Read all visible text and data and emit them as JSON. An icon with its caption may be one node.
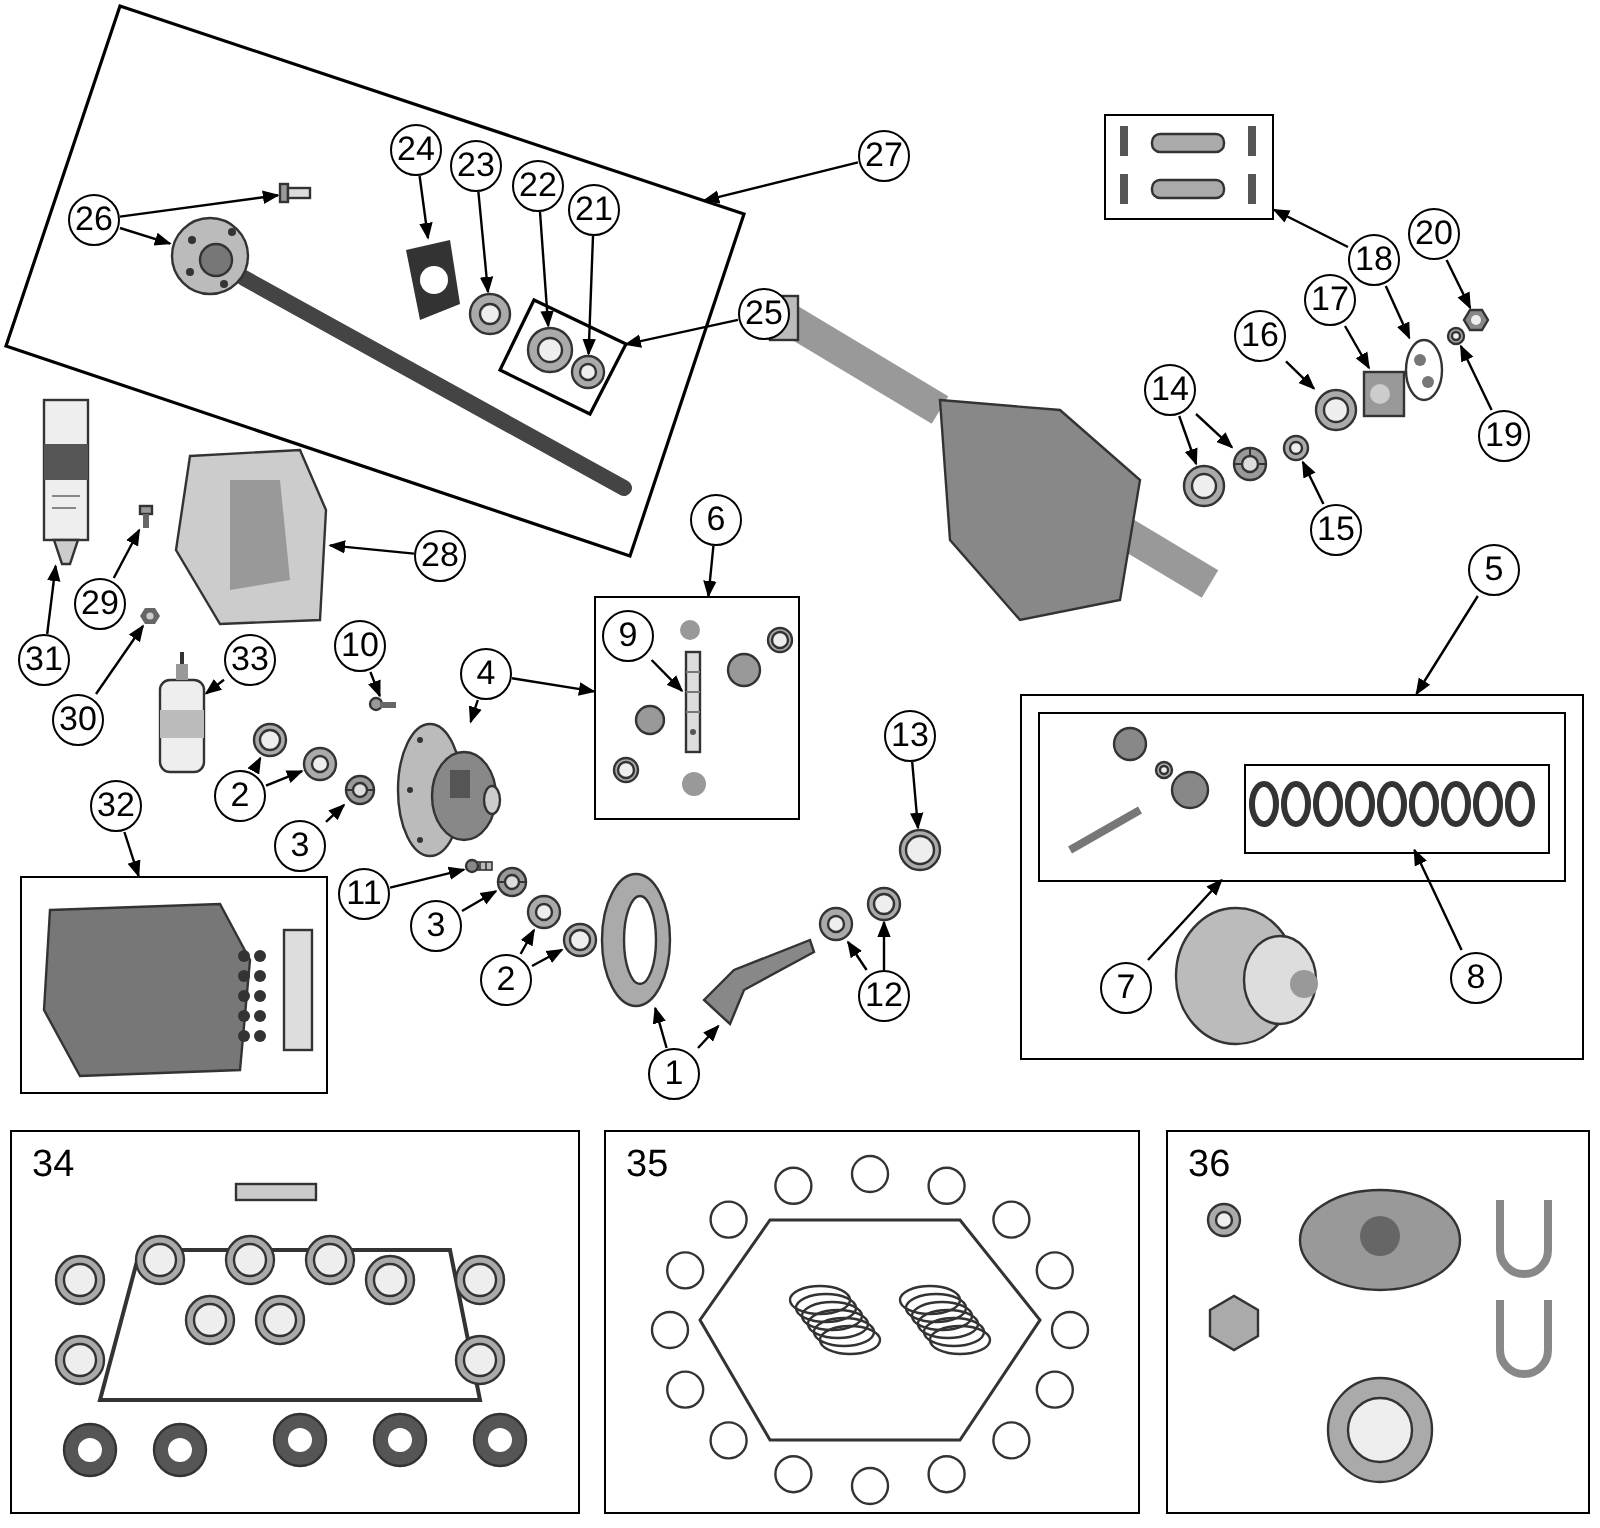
{
  "diagram": {
    "nodes": [
      {
        "text": [],
        "shape": "box"
      },
      {
        "text": [
          "26"
        ],
        "in": 0
      },
      {
        "text": [
          "24"
        ],
        "in": 0
      },
      {
        "text": [
          "23"
        ],
        "in": 0
      },
      {
        "text": [
          "22"
        ],
        "in": 0
      },
      {
        "text": [
          "21"
        ],
        "in": 0
      },
      {
        "text": [],
        "shape": "box",
        "in": 0
      },
      {
        "text": [
          "25"
        ]
      },
      {
        "text": [
          "27"
        ]
      },
      {
        "text": [],
        "shape": "box"
      },
      {
        "text": [
          "18"
        ]
      },
      {
        "text": [
          "20"
        ]
      },
      {
        "text": [
          "17"
        ]
      },
      {
        "text": [
          "16"
        ]
      },
      {
        "text": [
          "19"
        ]
      },
      {
        "text": [
          "14"
        ]
      },
      {
        "text": [
          "15"
        ]
      },
      {
        "text": [
          "28"
        ]
      },
      {
        "text": [
          "29"
        ]
      },
      {
        "text": [
          "31"
        ]
      },
      {
        "text": [
          "30"
        ]
      },
      {
        "text": [
          "33"
        ]
      },
      {
        "text": [
          "10"
        ]
      },
      {
        "text": [
          "6"
        ]
      },
      {
        "text": [],
        "shape": "box"
      },
      {
        "text": [
          "9"
        ],
        "in": 24
      },
      {
        "text": [
          "4"
        ]
      },
      {
        "text": [
          "2"
        ]
      },
      {
        "text": [
          "3"
        ]
      },
      {
        "text": [
          "11"
        ]
      },
      {
        "text": [
          "3"
        ]
      },
      {
        "text": [
          "2"
        ]
      },
      {
        "text": [
          "1"
        ]
      },
      {
        "text": [
          "12"
        ]
      },
      {
        "text": [
          "13"
        ]
      },
      {
        "text": [
          "5"
        ]
      },
      {
        "text": [],
        "shape": "box"
      },
      {
        "text": [],
        "shape": "box",
        "in": 36
      },
      {
        "text": [],
        "shape": "box",
        "in": 37
      },
      {
        "text": [
          "7"
        ],
        "in": 36
      },
      {
        "text": [
          "8"
        ],
        "in": 36
      },
      {
        "text": [
          "32"
        ]
      },
      {
        "text": [],
        "shape": "box"
      },
      {
        "text": [
          "34"
        ]
      },
      {
        "text": [
          "35"
        ]
      },
      {
        "text": [
          "36"
        ]
      },
      {
        "text": [],
        "shape": "picture",
        "in": 0
      },
      {
        "text": [],
        "shape": "picture",
        "in": 0
      },
      {
        "text": [],
        "shape": "picture",
        "in": 0
      },
      {
        "text": [],
        "shape": "picture",
        "in": 0
      },
      {
        "text": [],
        "shape": "picture",
        "in": 6
      },
      {
        "text": [],
        "shape": "picture",
        "in": 6
      },
      {
        "text": [],
        "shape": "picture"
      },
      {
        "text": [],
        "shape": "picture"
      },
      {
        "text": [],
        "shape": "picture"
      },
      {
        "text": [],
        "shape": "picture"
      },
      {
        "text": [],
        "shape": "picture"
      },
      {
        "text": [],
        "shape": "picture"
      },
      {
        "text": [],
        "shape": "picture"
      },
      {
        "text": [],
        "shape": "picture"
      },
      {
        "text": [],
        "shape": "picture"
      },
      {
        "text": [],
        "shape": "picture"
      },
      {
        "text": [],
        "shape": "picture"
      },
      {
        "text": [],
        "shape": "picture"
      },
      {
        "text": [],
        "shape": "picture"
      },
      {
        "text": [],
        "shape": "picture"
      },
      {
        "text": [],
        "shape": "picture",
        "in": 24
      },
      {
        "text": [],
        "shape": "picture"
      },
      {
        "text": [],
        "shape": "picture"
      },
      {
        "text": [],
        "shape": "picture"
      },
      {
        "text": [],
        "shape": "picture"
      },
      {
        "text": [],
        "shape": "picture"
      },
      {
        "text": [],
        "shape": "picture"
      },
      {
        "text": [],
        "shape": "picture"
      },
      {
        "text": [],
        "shape": "picture"
      },
      {
        "text": [],
        "shape": "picture"
      },
      {
        "text": [],
        "shape": "picture"
      },
      {
        "text": [],
        "shape": "picture"
      },
      {
        "text": [],
        "shape": "picture"
      },
      {
        "text": [],
        "shape": "picture"
      }
    ],
    "edges": [
      {
        "from": 1,
        "to": 46,
        "arrow": "to"
      },
      {
        "from": 1,
        "to": 47,
        "arrow": "to"
      },
      {
        "from": 2,
        "to": 48,
        "arrow": "to"
      },
      {
        "from": 3,
        "to": 49,
        "arrow": "to"
      },
      {
        "from": 4,
        "to": 50,
        "arrow": "to"
      },
      {
        "from": 5,
        "to": 51,
        "arrow": "to"
      },
      {
        "from": 7,
        "to": 6,
        "arrow": "to"
      },
      {
        "from": 8,
        "to": 0,
        "arrow": "to"
      },
      {
        "from": 10,
        "to": 9,
        "arrow": "to"
      },
      {
        "from": 10,
        "to": 52,
        "arrow": "to"
      },
      {
        "from": 11,
        "to": 53,
        "arrow": "to"
      },
      {
        "from": 12,
        "to": 54,
        "arrow": "to"
      },
      {
        "from": 13,
        "to": 55,
        "arrow": "to"
      },
      {
        "from": 14,
        "to": 56,
        "arrow": "to"
      },
      {
        "from": 15,
        "to": 57,
        "arrow": "to"
      },
      {
        "from": 15,
        "to": 58,
        "arrow": "to"
      },
      {
        "from": 16,
        "to": 59,
        "arrow": "to"
      },
      {
        "from": 17,
        "to": 60,
        "arrow": "to"
      },
      {
        "from": 18,
        "to": 61,
        "arrow": "to"
      },
      {
        "from": 19,
        "to": 62,
        "arrow": "to"
      },
      {
        "from": 20,
        "to": 63,
        "arrow": "to"
      },
      {
        "from": 21,
        "to": 64,
        "arrow": "to"
      },
      {
        "from": 22,
        "to": 65,
        "arrow": "to"
      },
      {
        "from": 23,
        "to": 24,
        "arrow": "to"
      },
      {
        "from": 25,
        "to": 66,
        "arrow": "to"
      },
      {
        "from": 26,
        "to": 24,
        "arrow": "to"
      },
      {
        "from": 26,
        "to": 67,
        "arrow": "to"
      },
      {
        "from": 27,
        "to": 68,
        "arrow": "to"
      },
      {
        "from": 27,
        "to": 69,
        "arrow": "to"
      },
      {
        "from": 28,
        "to": 70,
        "arrow": "to"
      },
      {
        "from": 29,
        "to": 71,
        "arrow": "to"
      },
      {
        "from": 30,
        "to": 72,
        "arrow": "to"
      },
      {
        "from": 31,
        "to": 73,
        "arrow": "to"
      },
      {
        "from": 31,
        "to": 74,
        "arrow": "to"
      },
      {
        "from": 32,
        "to": 75,
        "arrow": "to"
      },
      {
        "from": 32,
        "to": 76,
        "arrow": "to"
      },
      {
        "from": 33,
        "to": 77,
        "arrow": "to"
      },
      {
        "from": 33,
        "to": 78,
        "arrow": "to"
      },
      {
        "from": 34,
        "to": 79,
        "arrow": "to"
      },
      {
        "from": 35,
        "to": 36,
        "arrow": "to"
      },
      {
        "from": 39,
        "to": 37,
        "arrow": "to"
      },
      {
        "from": 40,
        "to": 38,
        "arrow": "to"
      },
      {
        "from": 41,
        "to": 42,
        "arrow": "to"
      }
    ]
  }
}
